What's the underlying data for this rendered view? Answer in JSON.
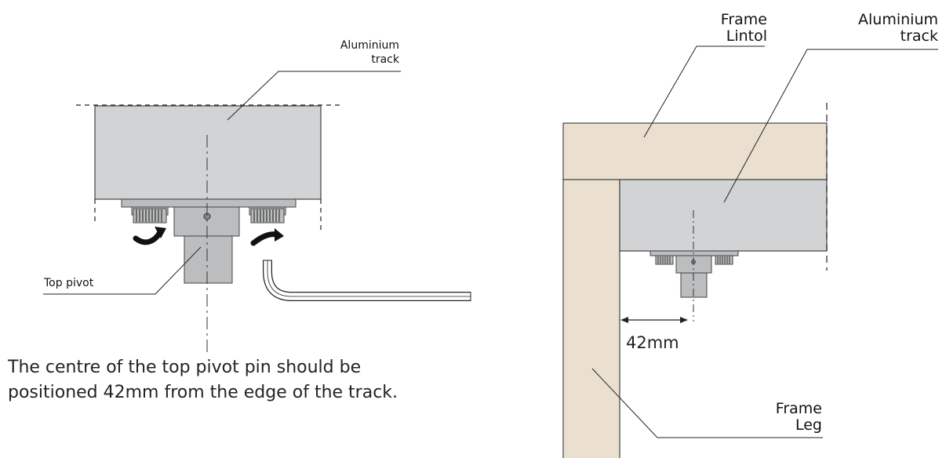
{
  "left_diagram": {
    "label_track_line1": "Aluminium",
    "label_track_line2": "track",
    "label_pivot": "Top pivot",
    "note_line1": "The centre of the top pivot pin should be",
    "note_line2": "positioned 42mm from the edge of the track."
  },
  "right_diagram": {
    "label_lintol_line1": "Frame",
    "label_lintol_line2": "Lintol",
    "label_track_line1": "Aluminium",
    "label_track_line2": "track",
    "label_leg_line1": "Frame",
    "label_leg_line2": "Leg",
    "dimension": "42mm"
  },
  "colors": {
    "frame_wood": "#ebdfd0",
    "track_grey": "#d2d3d5",
    "part_grey": "#bbbdbf",
    "line": "#333333"
  }
}
